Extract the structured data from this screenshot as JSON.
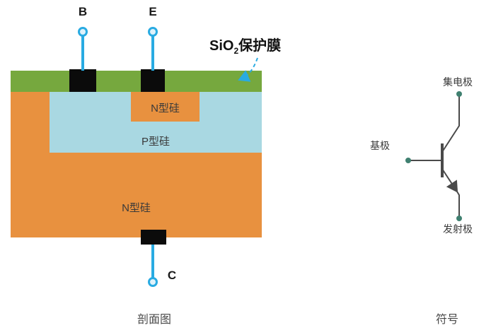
{
  "cross_section": {
    "caption": "剖面图",
    "terminals": {
      "b": "B",
      "e": "E",
      "c": "C"
    },
    "oxide_label": {
      "prefix": "SiO",
      "sub": "2",
      "suffix": "保护膜"
    },
    "regions": {
      "emitter": "N型硅",
      "base": "P型硅",
      "substrate": "N型硅"
    }
  },
  "symbol": {
    "caption": "符号",
    "collector": "集电极",
    "base": "基极",
    "emitter": "发射极"
  },
  "colors": {
    "substrate_orange": "#E8913F",
    "oxide_green": "#76A83E",
    "p_region_blue": "#A9D8E2",
    "lead_blue": "#29ABE2",
    "contact_black": "#0B0B0B",
    "terminal_dot_teal": "#3F8070"
  }
}
